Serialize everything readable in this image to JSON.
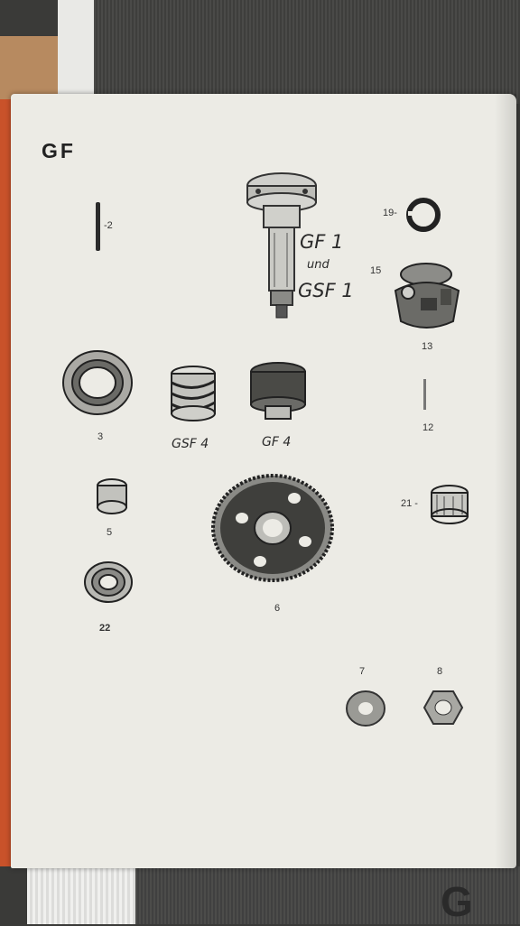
{
  "page": {
    "section_title": "GF",
    "main_part": {
      "line1": "GF 1",
      "line2": "und",
      "line3": "GSF 1"
    }
  },
  "labels": {
    "p2": "2",
    "p19": "19",
    "p15": "15",
    "p13": "13",
    "p3": "3",
    "gsf4": "GSF 4",
    "gf4": "GF 4",
    "p12": "12",
    "p5": "5",
    "p6": "6",
    "p21": "21",
    "p22": "22",
    "p7": "7",
    "p8": "8"
  },
  "background": {
    "bottom_glyph": "G"
  }
}
